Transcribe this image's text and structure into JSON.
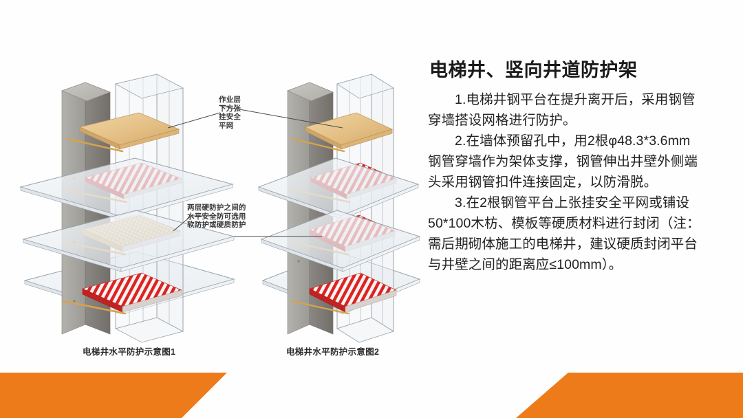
{
  "slide": {
    "background_color": "#ffffff",
    "accent_color": "#ee7b1a"
  },
  "document": {
    "title": "电梯井、竖向井道防护架",
    "paragraphs": [
      "1.电梯井钢平台在提升离开后，采用钢管穿墙搭设网格进行防护。",
      "2.在墙体预留孔中，用2根φ48.3*3.6mm钢管穿墙作为架体支撑，钢管伸出井壁外侧端头采用钢管扣件连接固定，以防滑脱。",
      "3.在2根钢管平台上张挂安全平网或铺设50*100木枋、模板等硬质材料进行封闭（注：需后期砌体施工的电梯井，建议硬质封闭平台与井壁之间的距离应≤100mm）。"
    ]
  },
  "diagrams": [
    {
      "id": "diagram-1",
      "caption": "电梯井水平防护示意图1",
      "platforms": [
        {
          "level": "top",
          "material": "wood-board"
        },
        {
          "level": "upper",
          "material": "red-white-striped-net"
        },
        {
          "level": "middle",
          "material": "wood-grid"
        },
        {
          "level": "bottom",
          "material": "red-white-striped-net"
        }
      ]
    },
    {
      "id": "diagram-2",
      "caption": "电梯井水平防护示意图2",
      "platforms": [
        {
          "level": "top",
          "material": "wood-board"
        },
        {
          "level": "upper",
          "material": "red-white-striped-net"
        },
        {
          "level": "middle",
          "material": "red-white-striped-net"
        },
        {
          "level": "bottom",
          "material": "red-white-striped-net"
        }
      ]
    }
  ],
  "callouts": [
    {
      "id": "callout-1",
      "text": "作业层\n下方张\n挂安全\n平网"
    },
    {
      "id": "callout-2",
      "text": "两层硬防护之间的\n水平安全防可选用\n软防护或硬质防护"
    }
  ],
  "colors": {
    "concrete_light": "#a3a29d",
    "concrete_mid": "#8e8c87",
    "concrete_dark": "#77736e",
    "wood": "#e6c48f",
    "wood_dark": "#c9a469",
    "stripe_red": "#e02727",
    "stripe_white": "#f7f4f2",
    "glass": "#eef2f5",
    "glass_edge": "#9aa3aa",
    "steel": "#b6bcc0"
  }
}
